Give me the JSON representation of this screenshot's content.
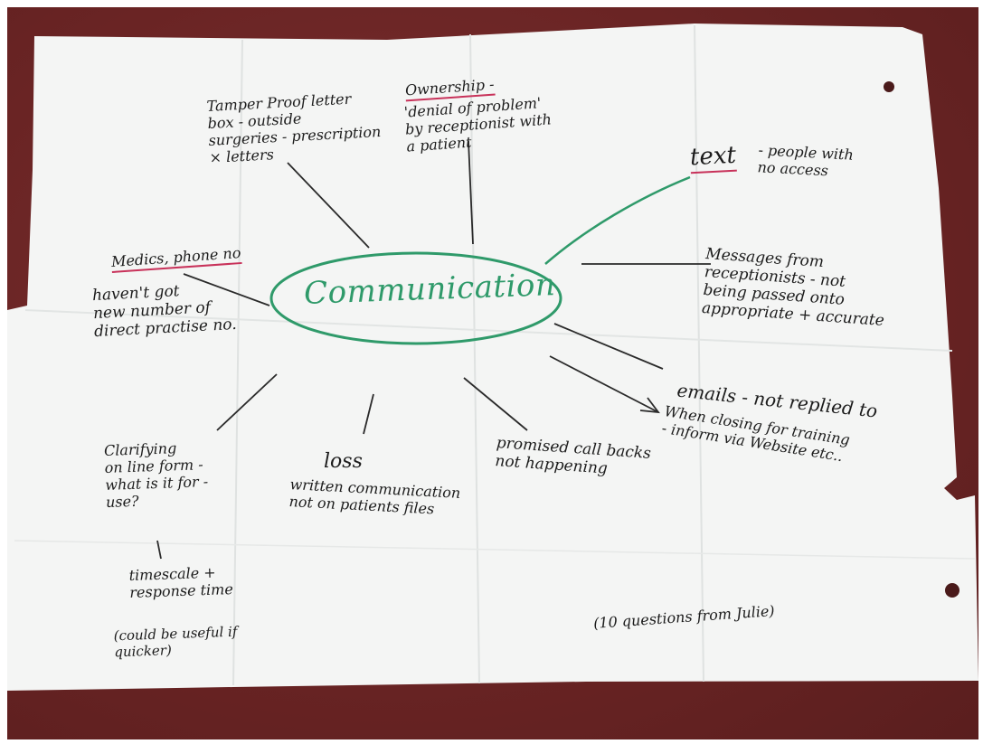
{
  "photo": {
    "colors": {
      "carpet": "#6a2424",
      "paper": "#f4f5f4",
      "ink": "#1c1c1c",
      "green_marker": "#2f9a6a",
      "pink_underline": "#c8325a"
    }
  },
  "mind_map": {
    "center": "Communication",
    "nodes": {
      "tamper_proof": "Tamper Proof letter\nbox - outside\nsurgeries - prescription\n× letters",
      "ownership_title": "Ownership -",
      "ownership_body": "'denial of problem'\nby receptionist with\na patient",
      "text_title": "text",
      "text_body": "- people with\nno access",
      "medics": "Medics, phone no",
      "medics_body": "haven't got\nnew number of\ndirect practise no.",
      "messages": "Messages from\nreceptionists - not\nbeing passed onto\nappropriate + accurate",
      "emails": "emails - not replied to",
      "closing": "When closing for training\n- inform via Website etc..",
      "clarifying": "Clarifying\non line form -\nwhat is it for -\nuse?",
      "timescale": "timescale +\nresponse time",
      "useful": "(could be useful if\nquicker)",
      "loss": "loss",
      "written": "written communication\nnot on patients files",
      "promised": "promised call backs\nnot happening",
      "questions": "(10 questions from Julie)"
    }
  }
}
